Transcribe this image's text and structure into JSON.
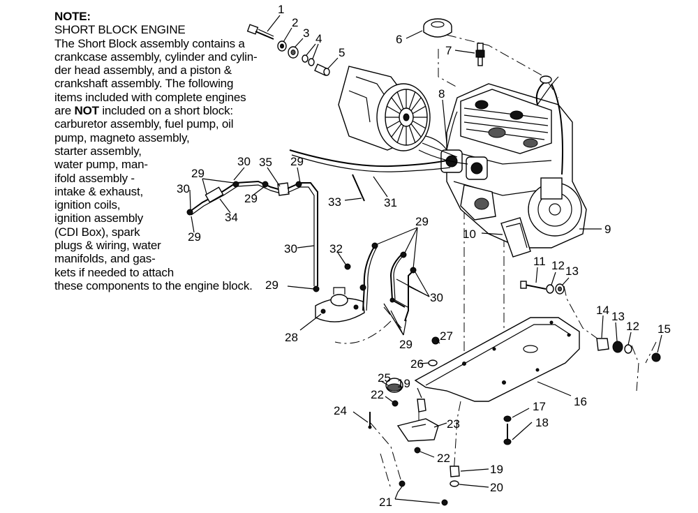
{
  "note": {
    "title": "NOTE:",
    "subtitle": "SHORT BLOCK ENGINE",
    "line1": "The Short Block assembly contains a",
    "line2": "crankcase assembly, cylinder and cylin-",
    "line3": "der head assembly, and a piston &",
    "line4": "crankshaft assembly.  The following",
    "line5": "items included with complete engines",
    "line6_pre": "are ",
    "line6_bold": "NOT",
    "line6_post": " included on a short block:",
    "line7": "carburetor assembly, fuel pump, oil",
    "line8": "pump, magneto assembly,",
    "line9": "starter assembly,",
    "line10": "water pump, man-",
    "line11": "ifold assembly -",
    "line12": "intake & exhaust,",
    "line13": "ignition coils,",
    "line14": "ignition assembly",
    "line15": "(CDI Box), spark",
    "line16": "plugs & wiring, water",
    "line17": "manifolds, and gas-",
    "line18": "kets if needed to attach",
    "line19": "these components to the engine block."
  },
  "callouts": {
    "c1": "1",
    "c2": "2",
    "c3": "3",
    "c4": "4",
    "c5": "5",
    "c6": "6",
    "c7": "7",
    "c8": "8",
    "c9": "9",
    "c10": "10",
    "c11": "11",
    "c12a": "12",
    "c13a": "13",
    "c14": "14",
    "c13b": "13",
    "c12b": "12",
    "c15": "15",
    "c16": "16",
    "c17": "17",
    "c18": "18",
    "c19a": "19",
    "c19b": "19",
    "c20": "20",
    "c21": "21",
    "c22a": "22",
    "c22b": "22",
    "c23": "23",
    "c24": "24",
    "c25": "25",
    "c26": "26",
    "c27": "27",
    "c28": "28",
    "c29a": "29",
    "c29b": "29",
    "c29c": "29",
    "c29d": "29",
    "c29e": "29",
    "c29f": "29",
    "c29g": "29",
    "c30a": "30",
    "c30b": "30",
    "c30c": "30",
    "c30d": "30",
    "c31": "31",
    "c32": "32",
    "c33": "33",
    "c34": "34",
    "c35": "35"
  }
}
